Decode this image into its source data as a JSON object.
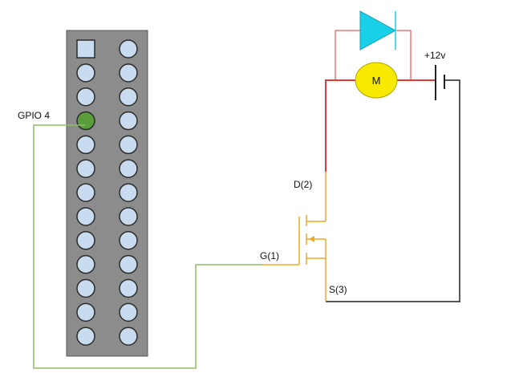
{
  "labels": {
    "gpio": "GPIO 4",
    "supply": "+12v",
    "drain": "D(2)",
    "gate": "G(1)",
    "source": "S(3)",
    "motor": "M"
  },
  "header": {
    "rows": 13,
    "columns": 2,
    "highlighted_pin": {
      "row": 4,
      "column": 1
    },
    "square_pin": {
      "row": 1,
      "column": 1
    }
  },
  "colors": {
    "header_body": "#8c8c8c",
    "pin_fill": "#c9dcef",
    "pin_highlight": "#5a9e3c",
    "gate_wire": "#8dbe6a",
    "fet_wire": "#f5a623",
    "high_side_wire": "#e53935",
    "ground_wire": "#222222",
    "diode_fill": "#18d0e8",
    "motor_fill": "#f7ea00"
  }
}
